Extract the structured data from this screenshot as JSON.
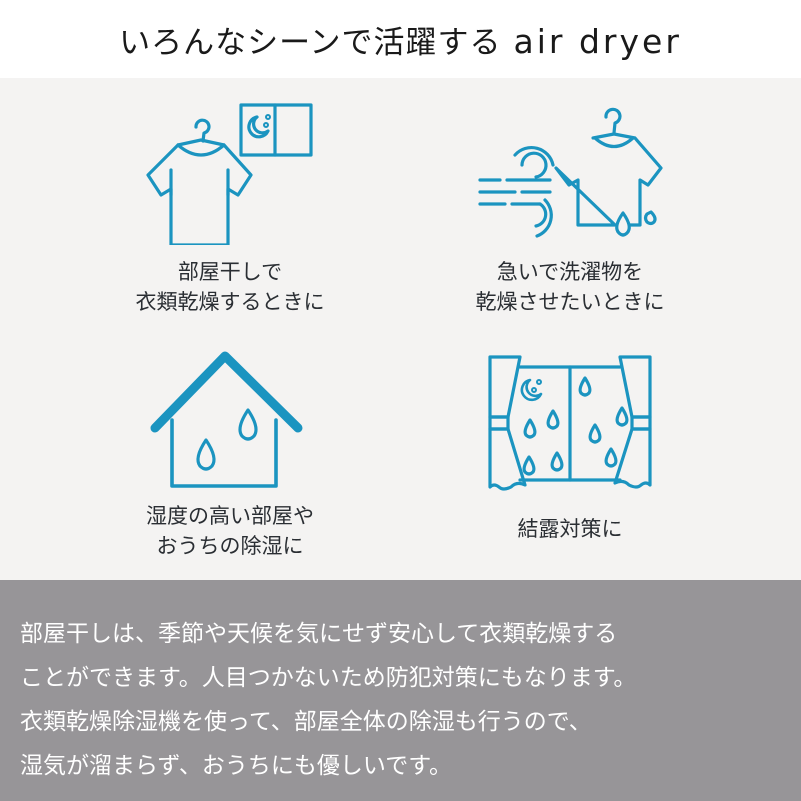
{
  "header": {
    "title_jp": "いろんなシーンで活躍する",
    "title_en": "air dryer"
  },
  "colors": {
    "icon_stroke": "#1b94c0",
    "background": "#f4f3f2",
    "header_bg": "#ffffff",
    "footer_bg": "#979598",
    "label_text": "#2a2e33",
    "footer_text": "#ffffff"
  },
  "scenes": [
    {
      "icon": "tshirt-hanger-night-window-icon",
      "label_line1": "部屋干しで",
      "label_line2": "衣類乾燥するときに"
    },
    {
      "icon": "tshirt-wind-droplets-icon",
      "label_line1": "急いで洗濯物を",
      "label_line2": "乾燥させたいときに"
    },
    {
      "icon": "house-droplets-icon",
      "label_line1": "湿度の高い部屋や",
      "label_line2": "おうちの除湿に"
    },
    {
      "icon": "window-curtains-condensation-icon",
      "label_line1": "結露対策に",
      "label_line2": ""
    }
  ],
  "footer": {
    "lines": [
      "部屋干しは、季節や天候を気にせず安心して衣類乾燥する",
      "ことができます。人目つかないため防犯対策にもなります。",
      "衣類乾燥除湿機を使って、部屋全体の除湿も行うので、",
      "湿気が溜まらず、おうちにも優しいです。"
    ]
  }
}
